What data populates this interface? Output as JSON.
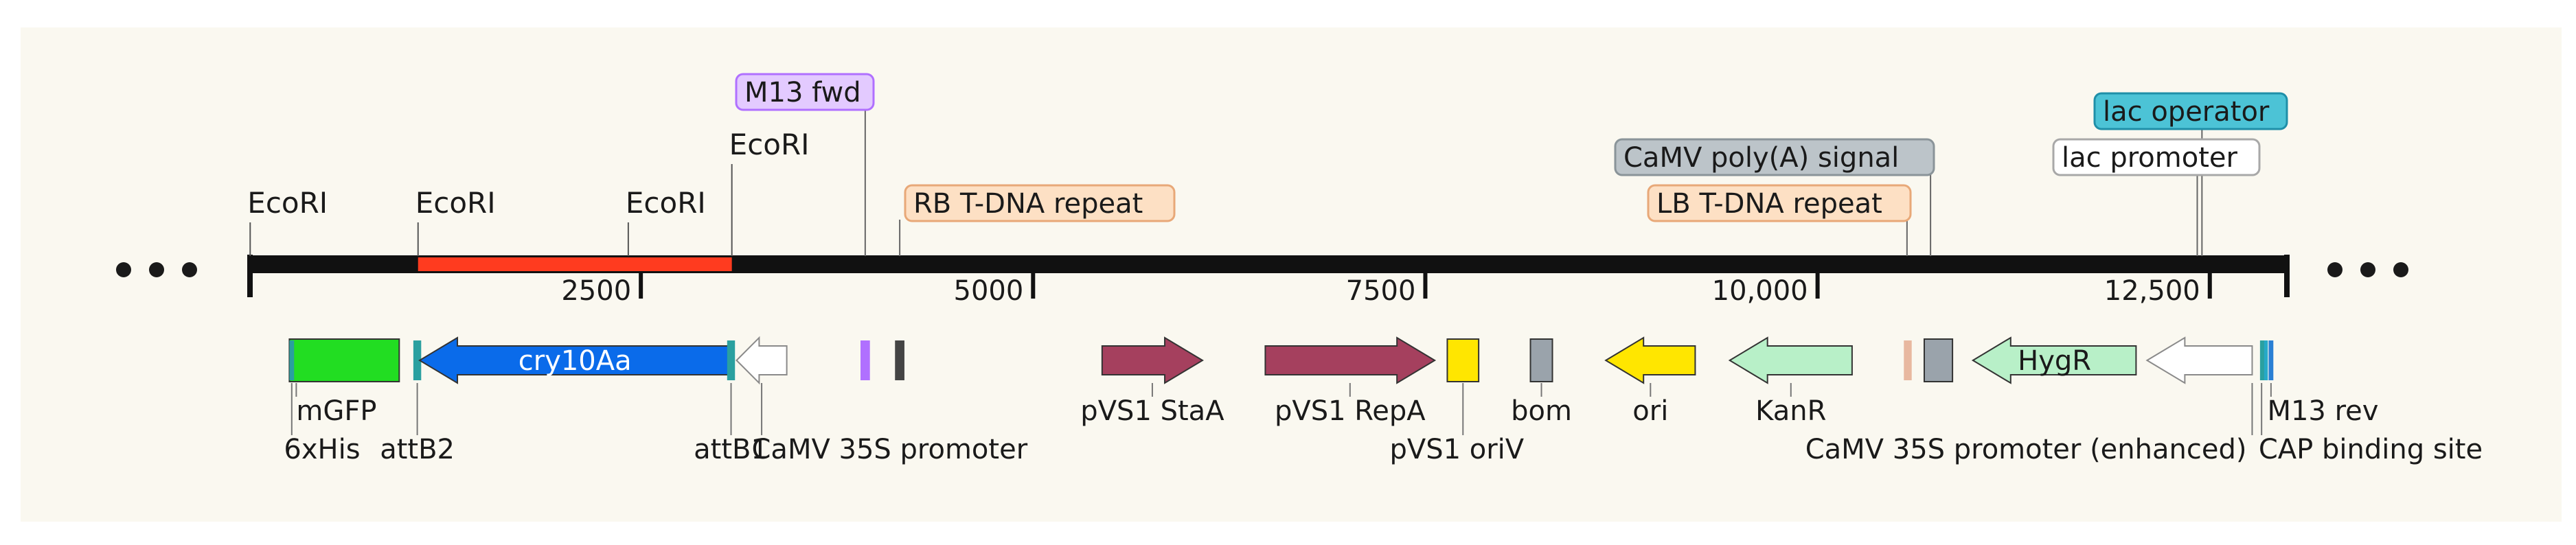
{
  "map": {
    "range": [
      0,
      13000
    ],
    "ticks": [
      {
        "pos": 2500,
        "label": "2500"
      },
      {
        "pos": 5000,
        "label": "5000"
      },
      {
        "pos": 7500,
        "label": "7500"
      },
      {
        "pos": 10000,
        "label": "10,000"
      },
      {
        "pos": 12500,
        "label": "12,500"
      }
    ],
    "truncation_marks": "• • •"
  },
  "sites": [
    {
      "label": "EcoRI",
      "pos": 10
    },
    {
      "label": "EcoRI",
      "pos": 1080
    },
    {
      "label": "EcoRI",
      "pos": 2420
    },
    {
      "label": "EcoRI",
      "pos": 3080
    }
  ],
  "highlight": {
    "start": 1080,
    "end": 3080,
    "color": "#ff3b1f"
  },
  "callouts": [
    {
      "label": "M13 fwd",
      "pos": 3930,
      "style": "purple"
    },
    {
      "label": "RB T-DNA repeat",
      "pos": 4150,
      "style": "orange"
    },
    {
      "label": "CaMV poly(A) signal",
      "pos": 10720,
      "style": "gray"
    },
    {
      "label": "LB T-DNA repeat",
      "pos": 10570,
      "style": "orange"
    },
    {
      "label": "lac operator",
      "pos": 12450,
      "style": "teal"
    },
    {
      "label": "lac promoter",
      "pos": 12420,
      "style": "white"
    }
  ],
  "features": [
    {
      "name": "mGFP",
      "label": "mGFP",
      "start": 260,
      "end": 960,
      "type": "box",
      "color": "#22dd22",
      "label_row": 1
    },
    {
      "name": "6xHis",
      "label": "6xHis",
      "start": 260,
      "end": 290,
      "type": "mark",
      "color": "#2aa0a0",
      "label_row": 2
    },
    {
      "name": "attB2",
      "label": "attB2",
      "start": 1050,
      "end": 1100,
      "type": "mark",
      "color": "#2aa0a0",
      "label_row": 2
    },
    {
      "name": "cry10Aa",
      "label": "cry10Aa",
      "start": 1090,
      "end": 3070,
      "type": "arrow-left",
      "color": "#0a6bea",
      "label_row": 0
    },
    {
      "name": "attB1",
      "label": "attB1",
      "start": 3050,
      "end": 3100,
      "type": "mark",
      "color": "#2aa0a0",
      "label_row": 2
    },
    {
      "name": "CaMV 35S promoter",
      "label": "CaMV 35S promoter",
      "start": 3110,
      "end": 3430,
      "type": "arrow-left",
      "color": "#ffffff",
      "label_row": 2
    },
    {
      "name": "M13 fwd mark",
      "label": "",
      "start": 3900,
      "end": 3960,
      "type": "mark",
      "color": "#b070ff",
      "label_row": -1
    },
    {
      "name": "RB mark",
      "label": "",
      "start": 4120,
      "end": 4180,
      "type": "mark",
      "color": "#444444",
      "label_row": -1
    },
    {
      "name": "pVS1 StaA",
      "label": "pVS1 StaA",
      "start": 5440,
      "end": 6080,
      "type": "arrow-right",
      "color": "#a5405e",
      "label_row": 1
    },
    {
      "name": "pVS1 RepA",
      "label": "pVS1 RepA",
      "start": 6480,
      "end": 7560,
      "type": "arrow-right",
      "color": "#a5405e",
      "label_row": 1
    },
    {
      "name": "pVS1 oriV",
      "label": "pVS1 oriV",
      "start": 7640,
      "end": 7840,
      "type": "box",
      "color": "#ffe600",
      "label_row": 2
    },
    {
      "name": "bom",
      "label": "bom",
      "start": 8170,
      "end": 8310,
      "type": "box",
      "color": "#9aa3ab",
      "label_row": 1
    },
    {
      "name": "ori",
      "label": "ori",
      "start": 8650,
      "end": 9220,
      "type": "arrow-left",
      "color": "#ffe600",
      "label_row": 1
    },
    {
      "name": "KanR",
      "label": "KanR",
      "start": 9440,
      "end": 10220,
      "type": "arrow-left",
      "color": "#b8f0c8",
      "label_row": 1
    },
    {
      "name": "LB mark",
      "label": "",
      "start": 10550,
      "end": 10600,
      "type": "mark",
      "color": "#e8b8a0",
      "label_row": -1
    },
    {
      "name": "poly(A) box",
      "label": "",
      "start": 10680,
      "end": 10860,
      "type": "box",
      "color": "#9aa3ab",
      "label_row": -1
    },
    {
      "name": "HygR",
      "label": "HygR",
      "start": 10990,
      "end": 12030,
      "type": "arrow-left",
      "color": "#b8f0c8",
      "label_row": 0
    },
    {
      "name": "CaMV 35S promoter (enhanced)",
      "label": "CaMV 35S promoter (enhanced)",
      "start": 12100,
      "end": 12770,
      "type": "arrow-left",
      "color": "#ffffff",
      "label_row": 2
    },
    {
      "name": "lac operator mark",
      "label": "",
      "start": 12840,
      "end": 12870,
      "type": "mark",
      "color": "#26a9c7",
      "label_row": -1
    },
    {
      "name": "M13 rev",
      "label": "M13 rev",
      "start": 12875,
      "end": 12905,
      "type": "mark",
      "color": "#2a7fd4",
      "label_row": 1
    },
    {
      "name": "CAP binding site",
      "label": "CAP binding site",
      "start": 12820,
      "end": 12840,
      "type": "mark",
      "color": "#2aa0a0",
      "label_row": 2
    }
  ],
  "colors": {
    "backbone": "#111111",
    "panel": "#faf8f0",
    "purple_fill": "#e3caff",
    "purple_stroke": "#b070ff",
    "orange_fill": "#fde0c4",
    "orange_stroke": "#e8a878",
    "gray_fill": "#bcc4c9",
    "gray_stroke": "#8a9499",
    "teal_fill": "#4cc3d6",
    "teal_stroke": "#1f8fa8",
    "white_fill": "#ffffff",
    "white_stroke": "#a8a8a8"
  }
}
